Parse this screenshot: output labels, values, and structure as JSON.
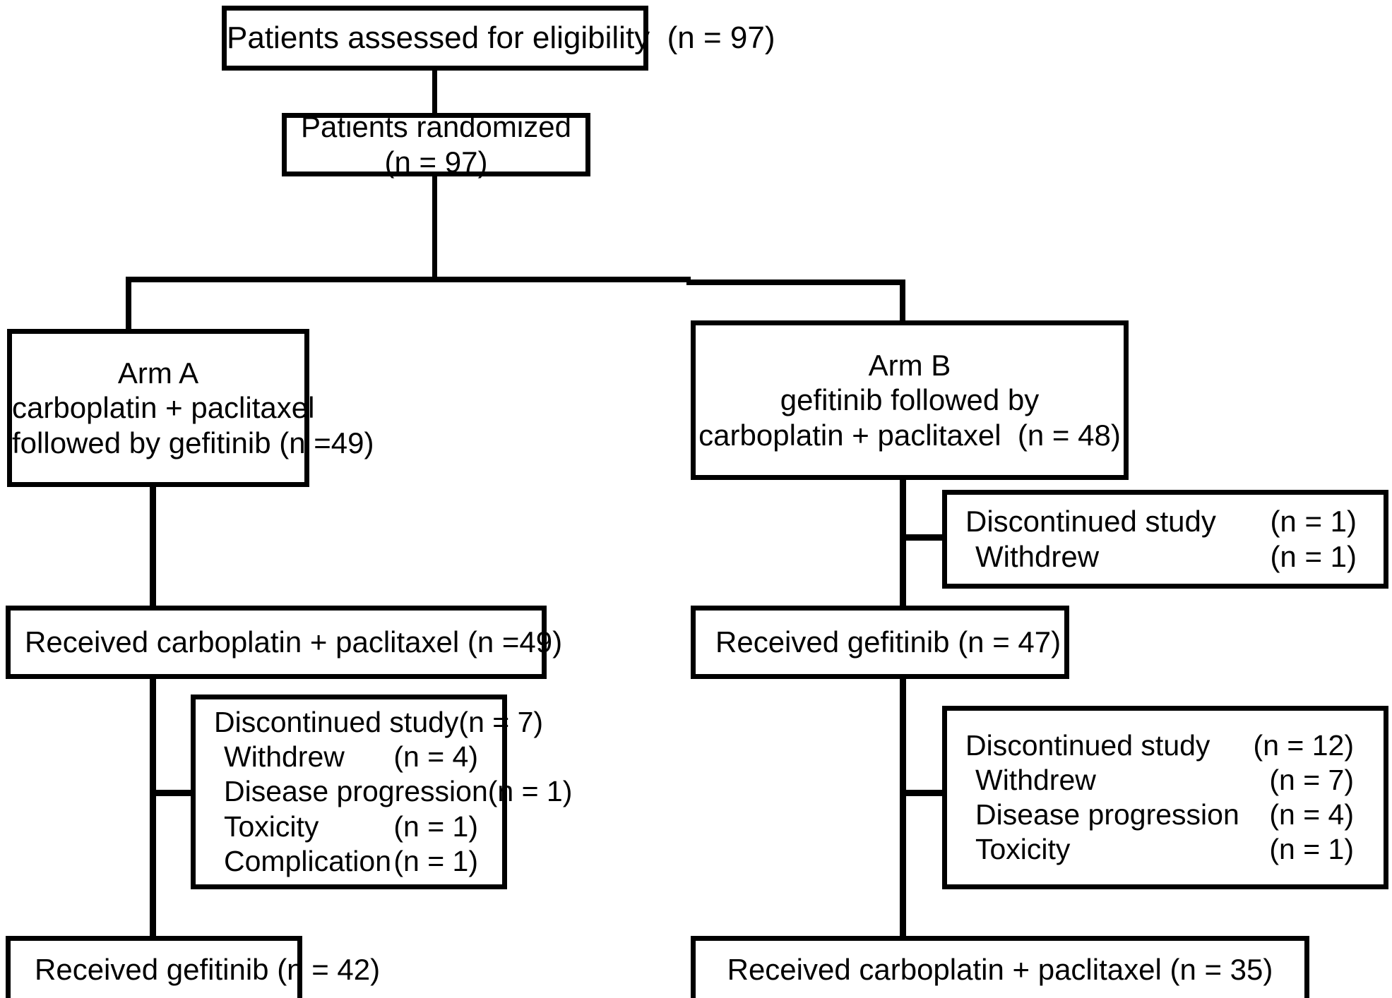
{
  "diagram": {
    "type": "consort-flow-diagram",
    "title": "Patient flow through a randomized trial of carboplatin + paclitaxel and gefitinib",
    "line_color": "#000000",
    "box_fill": "#ffffff",
    "text_color": "#000000"
  },
  "nodes": {
    "eligibility": {
      "id": "patients-assessed-for-eligibility",
      "lines": [
        "Patients assessed for eligibility  (n = 97)"
      ],
      "label": "Patients assessed for eligibility",
      "n": 97
    },
    "randomized": {
      "id": "patients-randomized",
      "lines": [
        "Patients randomized",
        "(n = 97)"
      ],
      "label": "Patients randomized",
      "n": 97
    },
    "arm_a": {
      "id": "arm-a",
      "lines": [
        "Arm A",
        "carboplatin + paclitaxel",
        "followed by gefitinib (n =49)"
      ],
      "label": "Arm A",
      "treatment": "carboplatin + paclitaxel followed by gefitinib",
      "n": 49
    },
    "arm_b": {
      "id": "arm-b",
      "lines": [
        "Arm B",
        "gefitinib followed by",
        "carboplatin + paclitaxel  (n = 48)"
      ],
      "label": "Arm B",
      "treatment": "gefitinib followed by carboplatin + paclitaxel",
      "n": 48
    },
    "arm_a_received_first": {
      "id": "arm-a-received-carboplatin-paclitaxel",
      "lines": [
        "Received carboplatin + paclitaxel (n =49)"
      ],
      "label": "Received carboplatin + paclitaxel",
      "n": 49
    },
    "arm_b_received_first": {
      "id": "arm-b-received-gefitinib",
      "lines": [
        "Received gefitinib (n = 47)"
      ],
      "label": "Received gefitinib",
      "n": 47
    },
    "arm_a_received_second": {
      "id": "arm-a-received-gefitinib",
      "lines": [
        "Received gefitinib (n = 42)"
      ],
      "label": "Received gefitinib",
      "n": 42
    },
    "arm_b_received_second": {
      "id": "arm-b-received-carboplatin-paclitaxel",
      "lines": [
        "Received carboplatin + paclitaxel (n = 35)"
      ],
      "label": "Received carboplatin + paclitaxel",
      "n": 35
    }
  },
  "dropouts": {
    "arm_b_early": {
      "id": "arm-b-early-discontinuation",
      "rows": [
        {
          "label": "Discontinued study",
          "count": "(n = 1)",
          "indent": 0
        },
        {
          "label": "Withdrew",
          "count": "(n = 1)",
          "indent": 1
        }
      ]
    },
    "arm_a_after_chemo": {
      "id": "arm-a-discontinuation",
      "rows": [
        {
          "label": "Discontinued study",
          "count": "(n = 7)",
          "indent": 0
        },
        {
          "label": "Withdrew",
          "count": "(n = 4)",
          "indent": 1
        },
        {
          "label": "Disease progression",
          "count": "(n = 1)",
          "indent": 1
        },
        {
          "label": "Toxicity",
          "count": "(n = 1)",
          "indent": 1
        },
        {
          "label": "Complication",
          "count": "(n = 1)",
          "indent": 1
        }
      ]
    },
    "arm_b_after_gefitinib": {
      "id": "arm-b-discontinuation",
      "rows": [
        {
          "label": "Discontinued study",
          "count": "(n = 12)",
          "indent": 0
        },
        {
          "label": "Withdrew",
          "count": "(n = 7)",
          "indent": 1
        },
        {
          "label": "Disease progression",
          "count": "(n = 4)",
          "indent": 1
        },
        {
          "label": "Toxicity",
          "count": "(n = 1)",
          "indent": 1
        }
      ]
    }
  }
}
